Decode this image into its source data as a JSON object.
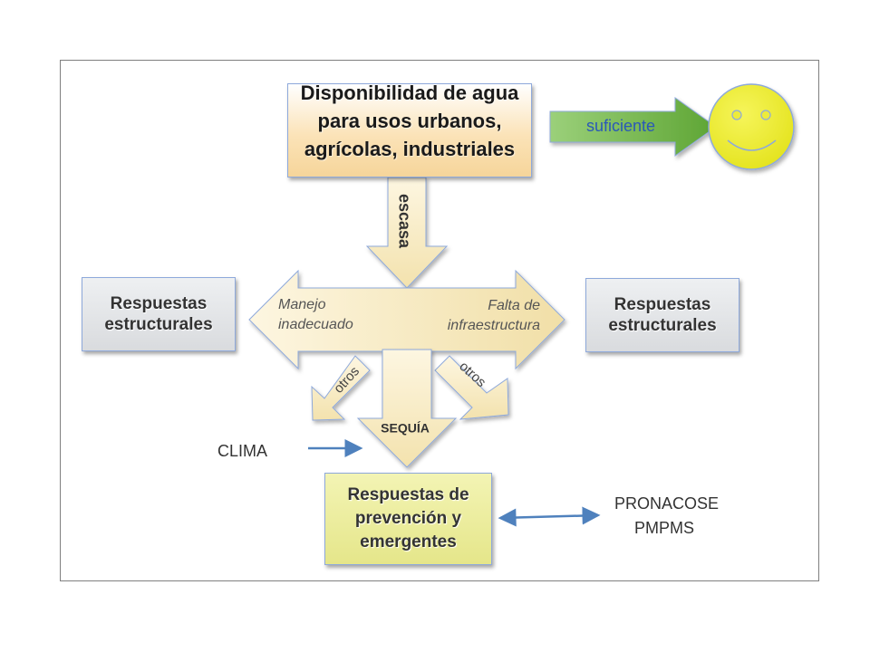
{
  "title_box": "Disponibilidad de agua para usos urbanos, agrícolas, industriales",
  "sufficient_label": "suficiente",
  "scarce_label": "escasa",
  "left_box": "Respuestas estructurales",
  "right_box": "Respuestas estructurales",
  "left_arrow_label": "Manejo inadecuado",
  "right_arrow_label": "Falta de infraestructura",
  "otros_left": "otros",
  "otros_right": "otros",
  "drought_label": "SEQUÍA",
  "clima_label": "CLIMA",
  "bottom_box": "Respuestas de prevención y emergentes",
  "programs": [
    "PRONACOSE",
    "PMPMS"
  ],
  "colors": {
    "arrow_fill": "#f8eac0",
    "arrow_stroke": "#8ea9db",
    "green_arrow": "#6fb23f",
    "smiley": "#f0ef2f",
    "connector": "#4f81bd"
  }
}
